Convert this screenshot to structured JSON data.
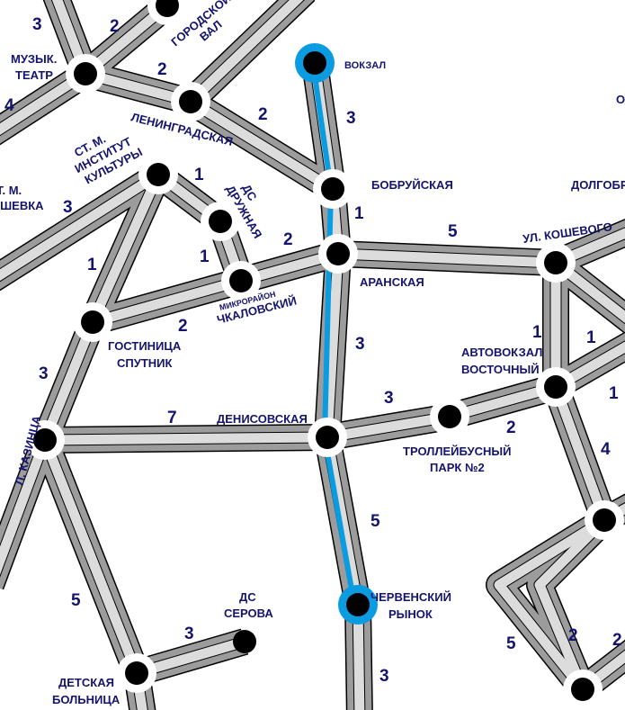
{
  "colors": {
    "label": "#14146e",
    "highlight": "#0b9be0",
    "road_dark": "#9c9c9c",
    "road_light": "#dcdcdc"
  },
  "stations": {
    "gorodskoy_val": [
      "ГОРОДСКОЙ",
      "ВАЛ"
    ],
    "muzyk_teatr": [
      "МУЗЫК.",
      "ТЕАТР"
    ],
    "leningradskaya": "ЛЕНИНГРАДСКАЯ",
    "vokzal": "ВОКЗАЛ",
    "bobruiskaya": "БОБРУЙСКАЯ",
    "aranskaya": "АРАНСКАЯ",
    "koshevogo": "УЛ. КОШЕВОГО",
    "dolgobr": "ДОЛГОБР",
    "edge_o": "О",
    "inst_kultury": [
      "СТ. М.",
      "ИНСТИТУТ",
      "КУЛЬТУРЫ"
    ],
    "grushevka": [
      "Т. М.",
      "УШЕВКА"
    ],
    "druzhnaya": [
      "ДС",
      "ДРУЖНАЯ"
    ],
    "chkalovsky": [
      "МИКРОРАЙОН",
      "ЧКАЛОВСКИЙ"
    ],
    "sputnik": [
      "ГОСТИНИЦА",
      "СПУТНИК"
    ],
    "kazintsa": "Л. КАЗИНЦА",
    "denisovskaya": "ДЕНИСОВСКАЯ",
    "trolleybus_park": [
      "ТРОЛЛЕЙБУСНЫЙ",
      "ПАРК №2"
    ],
    "avtovokzal": [
      "АВТОВОКЗАЛ",
      "ВОСТОЧНЫЙ"
    ],
    "chervensky": [
      "ЧЕРВЕНСКИЙ",
      "РЫНОК"
    ],
    "serova": [
      "ДС",
      "СЕРОВА"
    ],
    "detskaya": [
      "ДЕТСКАЯ",
      "БОЛЬНИЦА"
    ]
  },
  "segment_counts": [
    "3",
    "2",
    "2",
    "4",
    "2",
    "2",
    "3",
    "3",
    "1",
    "5",
    "1",
    "1",
    "2",
    "1",
    "2",
    "3",
    "3",
    "7",
    "3",
    "2",
    "1",
    "1",
    "1",
    "4",
    "5",
    "5",
    "3",
    "5",
    "3",
    "2"
  ]
}
